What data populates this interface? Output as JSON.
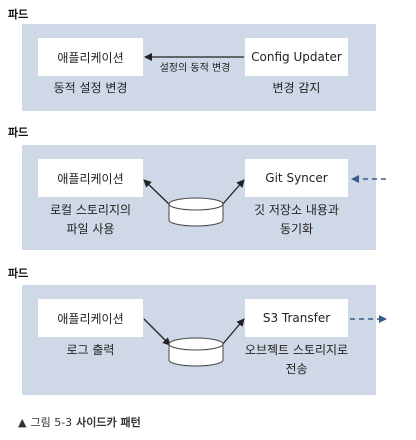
{
  "pods": [
    {
      "label": "파드",
      "app_box": "애플리케이션",
      "app_caption": "동적 설정 변경",
      "sidecar_box": "Config Updater",
      "sidecar_caption": "변경 감지",
      "arrow_label": "설정의 동적 변경"
    },
    {
      "label": "파드",
      "app_box": "애플리케이션",
      "app_caption_line1": "로컬 스토리지의",
      "app_caption_line2": "파일 사용",
      "sidecar_box": "Git Syncer",
      "sidecar_caption_line1": "깃 저장소 내용과",
      "sidecar_caption_line2": "동기화"
    },
    {
      "label": "파드",
      "app_box": "애플리케이션",
      "app_caption": "로그 출력",
      "sidecar_box": "S3 Transfer",
      "sidecar_caption_line1": "오브젝트 스토리지로",
      "sidecar_caption_line2": "전송"
    }
  ],
  "caption": {
    "marker": "▲",
    "figure": "그림 5-3",
    "title": "사이드카 패턴"
  },
  "colors": {
    "pod_background": "#cfd8e6",
    "box_background": "#ffffff",
    "external_arrow": "#3b5a8c"
  }
}
